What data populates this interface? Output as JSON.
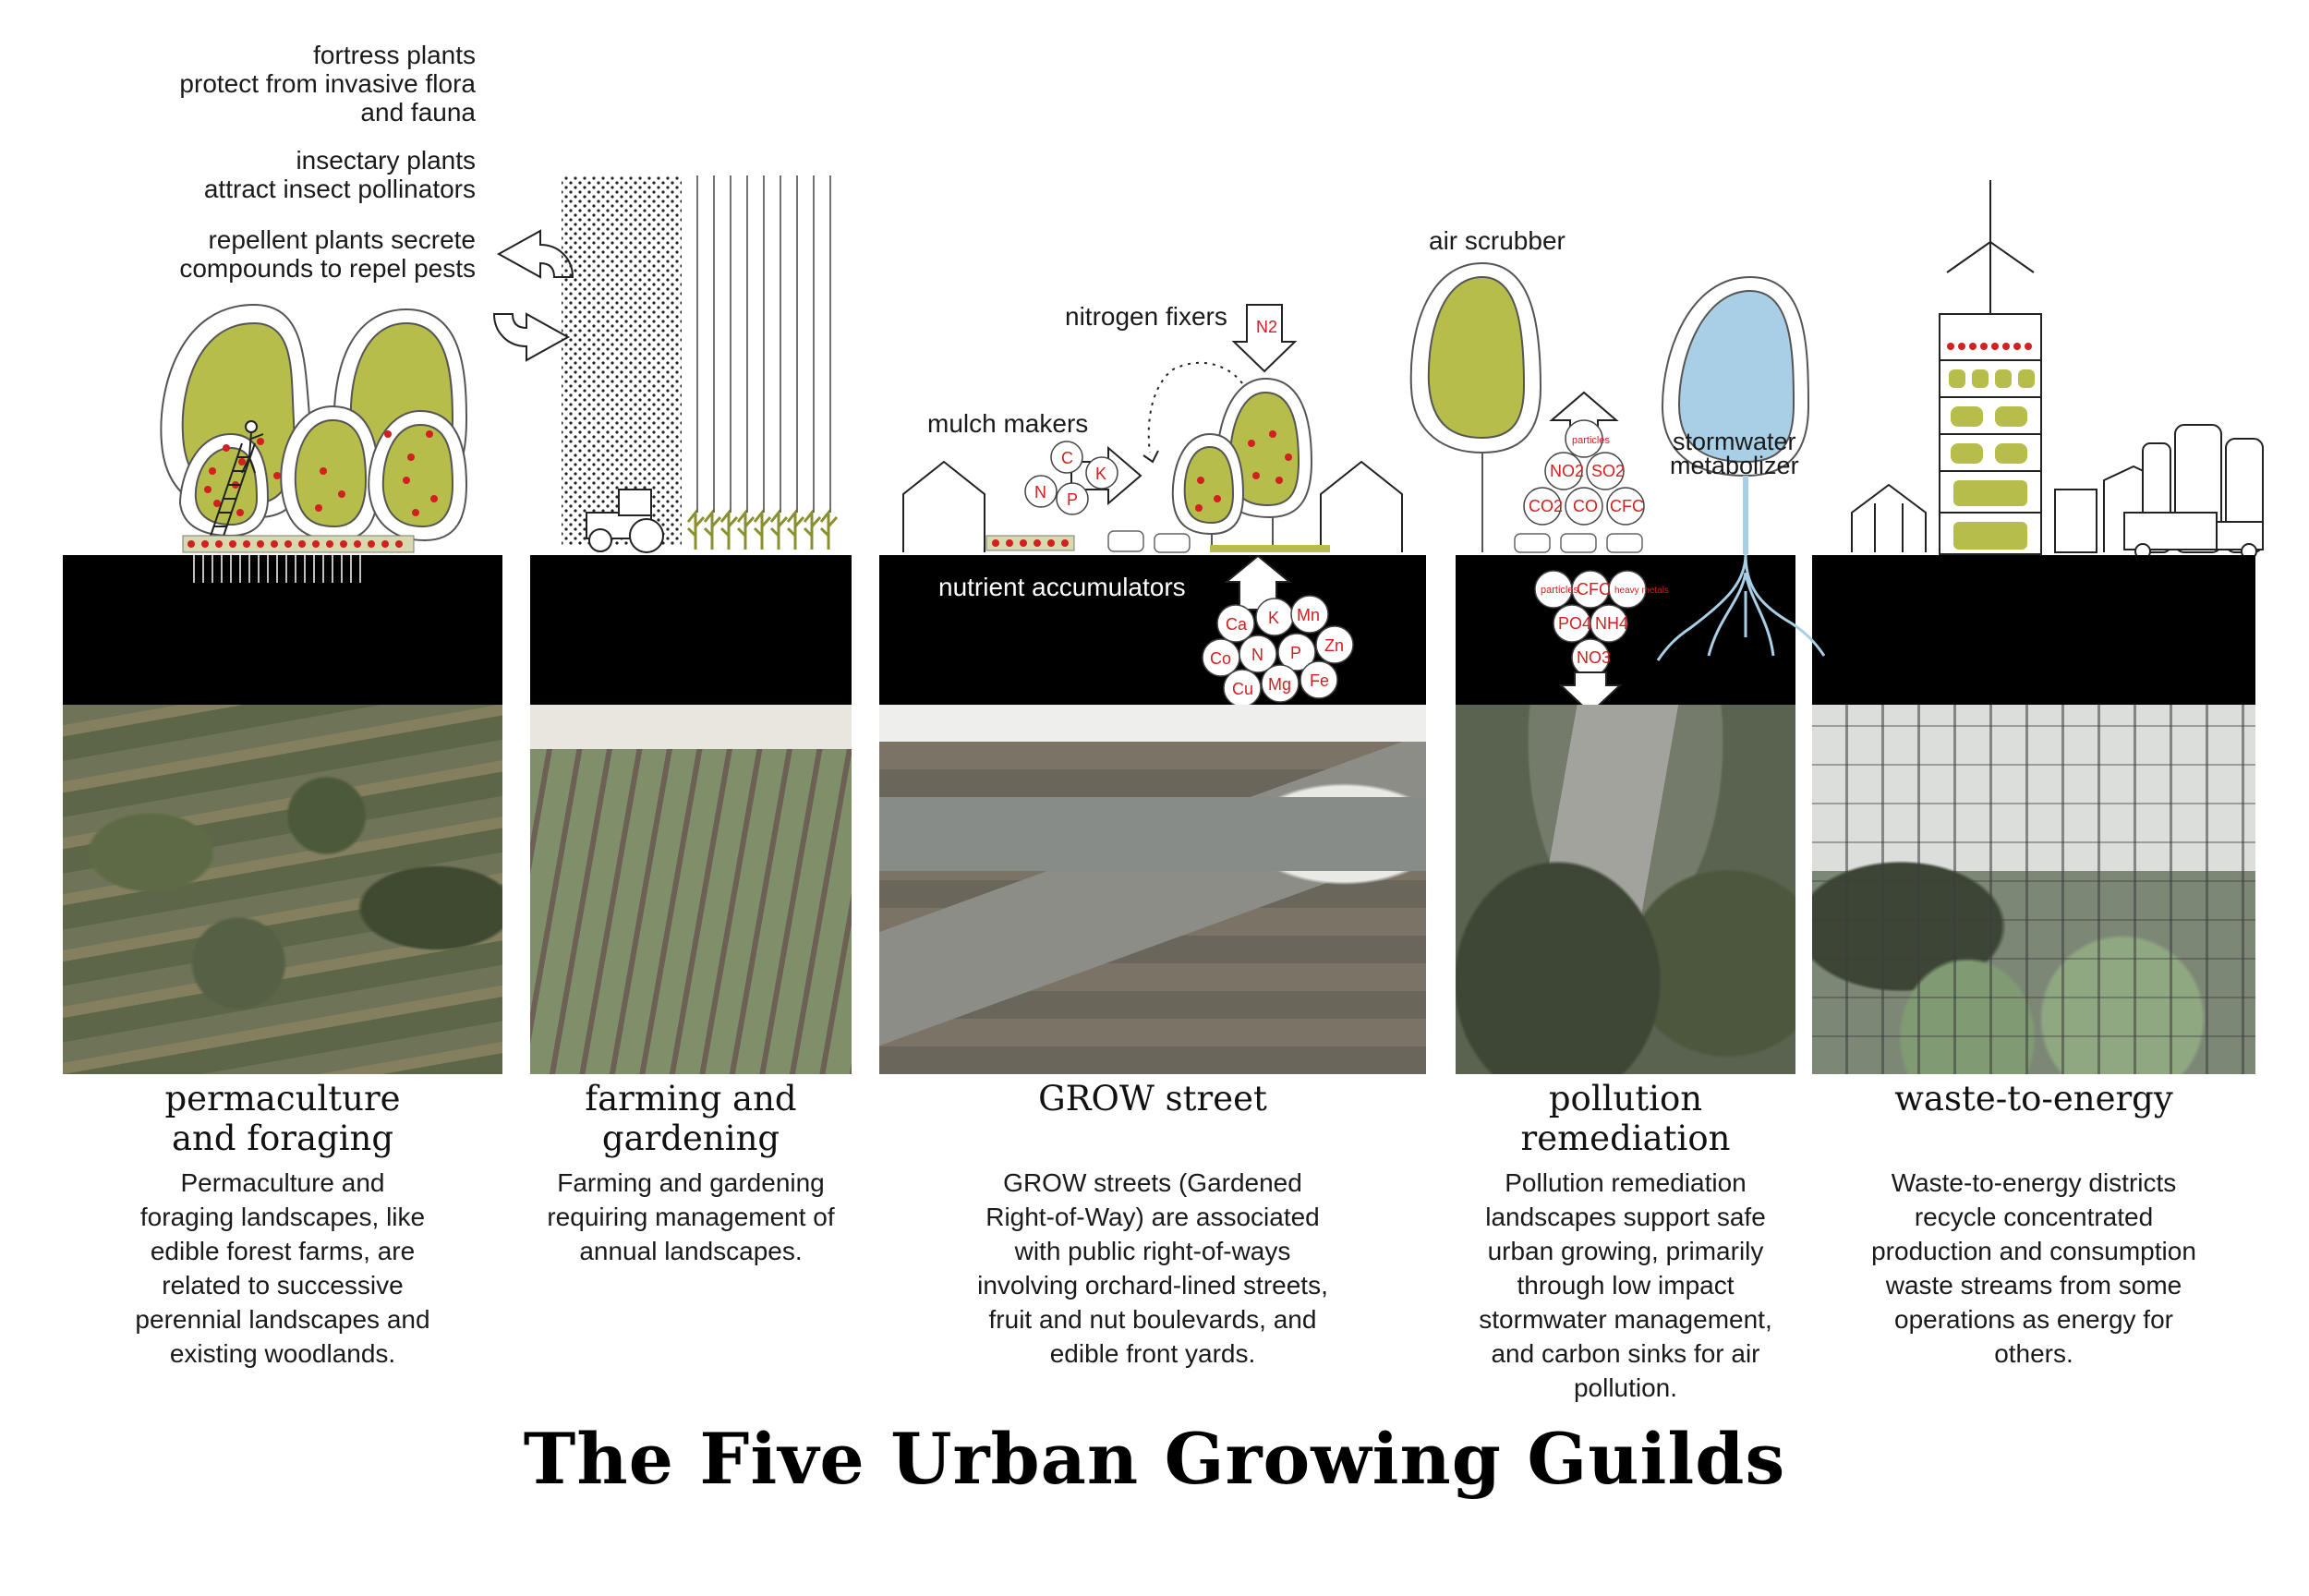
{
  "title": "The Five Urban Growing Guilds",
  "colors": {
    "plant_green": "#b7bd4a",
    "water_blue": "#a9cfe6",
    "accent_red": "#d21f1f",
    "ground_black": "#000000"
  },
  "annotations": {
    "fortress": [
      "fortress plants",
      "protect from invasive flora",
      "and fauna"
    ],
    "insectary": [
      "insectary plants",
      "attract insect pollinators"
    ],
    "repellent": [
      "repellent plants secrete",
      "compounds to repel pests"
    ],
    "nitrogen_fixers": "nitrogen fixers",
    "mulch_makers": "mulch makers",
    "nutrient_accumulators": "nutrient accumulators",
    "air_scrubber": "air scrubber",
    "stormwater": [
      "stormwater",
      "metabolizer"
    ]
  },
  "chemicals": {
    "n2": "N2",
    "mulch": [
      "C",
      "N",
      "K",
      "P"
    ],
    "nutrients": [
      "Ca",
      "K",
      "Mn",
      "Co",
      "N",
      "P",
      "Zn",
      "Cu",
      "Mg",
      "Fe"
    ],
    "air": [
      "particles",
      "NO2",
      "SO2",
      "CO2",
      "CO",
      "CFC"
    ],
    "soil": [
      "particles",
      "CFC",
      "heavy metals",
      "PO4",
      "NH4",
      "NO3"
    ]
  },
  "guilds": [
    {
      "name_lines": [
        "permaculture",
        "and foraging"
      ],
      "description": [
        "Permaculture and",
        "foraging landscapes, like",
        "edible forest farms, are",
        "related to successive",
        "perennial landscapes and",
        "existing woodlands."
      ]
    },
    {
      "name_lines": [
        "farming and",
        "gardening"
      ],
      "description": [
        "Farming and gardening",
        "requiring management of",
        "annual landscapes."
      ]
    },
    {
      "name_lines": [
        "GROW street"
      ],
      "description": [
        "GROW streets (Gardened",
        "Right-of-Way) are associated",
        "with public right-of-ways",
        "involving orchard-lined streets,",
        "fruit and nut boulevards, and",
        "edible front yards."
      ]
    },
    {
      "name_lines": [
        "pollution",
        "remediation"
      ],
      "description": [
        "Pollution remediation",
        "landscapes support safe",
        "urban growing, primarily",
        "through low impact",
        "stormwater management,",
        "and carbon sinks for air",
        "pollution."
      ]
    },
    {
      "name_lines": [
        "waste-to-energy"
      ],
      "description": [
        "Waste-to-energy districts",
        "recycle concentrated",
        "production and consumption",
        "waste streams from some",
        "operations as energy for",
        "others."
      ]
    }
  ]
}
